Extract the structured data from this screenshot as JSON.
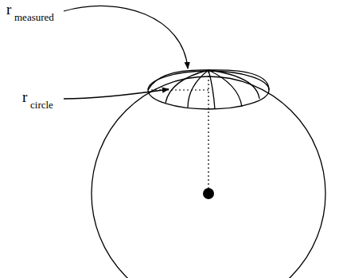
{
  "diagram": {
    "labels": [
      "r",
      "measured",
      "r",
      "circle"
    ]
  }
}
